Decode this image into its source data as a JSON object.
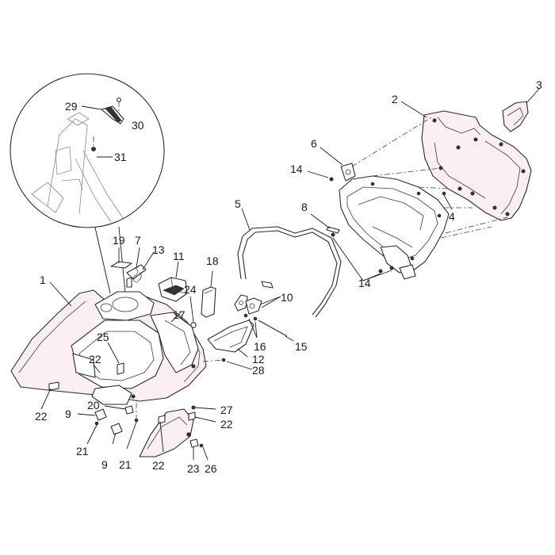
{
  "callouts": [
    {
      "id": "c1",
      "label": "1"
    },
    {
      "id": "c2",
      "label": "2"
    },
    {
      "id": "c3",
      "label": "3"
    },
    {
      "id": "c4",
      "label": "4"
    },
    {
      "id": "c5",
      "label": "5"
    },
    {
      "id": "c6",
      "label": "6"
    },
    {
      "id": "c7",
      "label": "7"
    },
    {
      "id": "c8",
      "label": "8"
    },
    {
      "id": "c9a",
      "label": "9"
    },
    {
      "id": "c9b",
      "label": "9"
    },
    {
      "id": "c10",
      "label": "10"
    },
    {
      "id": "c11",
      "label": "11"
    },
    {
      "id": "c12",
      "label": "12"
    },
    {
      "id": "c13",
      "label": "13"
    },
    {
      "id": "c14a",
      "label": "14"
    },
    {
      "id": "c14b",
      "label": "14"
    },
    {
      "id": "c15",
      "label": "15"
    },
    {
      "id": "c16",
      "label": "16"
    },
    {
      "id": "c17",
      "label": "17"
    },
    {
      "id": "c18",
      "label": "18"
    },
    {
      "id": "c19",
      "label": "19"
    },
    {
      "id": "c20",
      "label": "20"
    },
    {
      "id": "c21a",
      "label": "21"
    },
    {
      "id": "c21b",
      "label": "21"
    },
    {
      "id": "c22a",
      "label": "22"
    },
    {
      "id": "c22b",
      "label": "22"
    },
    {
      "id": "c22c",
      "label": "22"
    },
    {
      "id": "c22d",
      "label": "22"
    },
    {
      "id": "c23",
      "label": "23"
    },
    {
      "id": "c24",
      "label": "24"
    },
    {
      "id": "c25",
      "label": "25"
    },
    {
      "id": "c26",
      "label": "26"
    },
    {
      "id": "c27",
      "label": "27"
    },
    {
      "id": "c28",
      "label": "28"
    },
    {
      "id": "c29",
      "label": "29"
    },
    {
      "id": "c30",
      "label": "30"
    },
    {
      "id": "c31",
      "label": "31"
    }
  ]
}
